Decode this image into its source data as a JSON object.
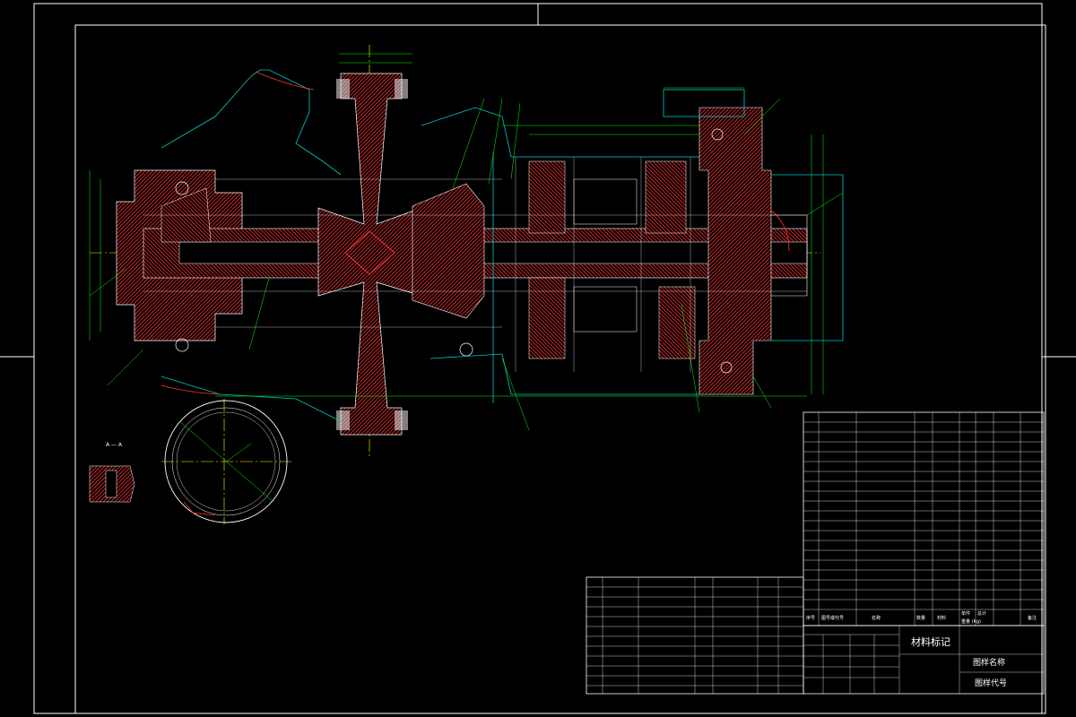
{
  "drawing": {
    "section_label": "A — A"
  },
  "title_block": {
    "material_mark": "材料标记",
    "drawing_name_label": "图样名称",
    "drawing_code_label": "图样代号"
  },
  "parts_list_header": {
    "seq_no": "序号",
    "code": "图号或代号",
    "name": "名称",
    "quantity": "数量",
    "material": "材料",
    "unit_weight": "单件",
    "total_weight": "总计",
    "weight": "重量 (Kg)",
    "remark": "备注"
  },
  "colors": {
    "background": "#000000",
    "outline": "#ffffff",
    "section_hatch": "#ff3030",
    "centerline": "#ffff00",
    "dimension": "#00ffff",
    "annotation": "#00ff00",
    "housing": "#00c8c8"
  }
}
